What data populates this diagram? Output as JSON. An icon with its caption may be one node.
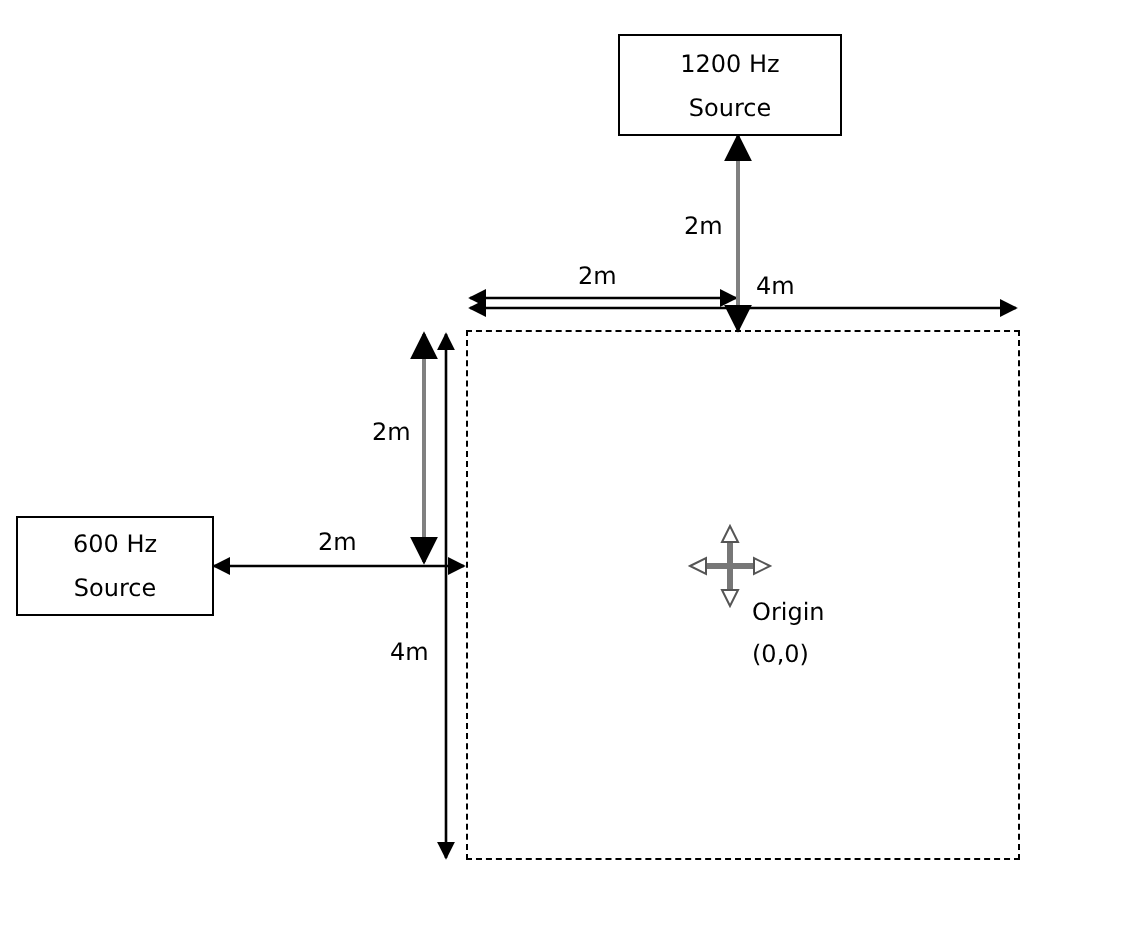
{
  "diagram": {
    "nodes": [
      {
        "text": [
          "1200 Hz Source"
        ]
      },
      {
        "text": [],
        "shape": "box"
      },
      {
        "text": [
          "600 Hz Source"
        ]
      }
    ],
    "edges": [
      {
        "from": 0,
        "to": 1,
        "arrow": "both",
        "label": "2m",
        "color": "#808080"
      },
      {
        "from": 2,
        "to": 1,
        "arrow": "both",
        "label": "2m",
        "color": "#000000"
      }
    ],
    "labels": [
      "2m",
      "4m",
      "2m",
      "4m",
      "Origin (0,0)"
    ]
  }
}
